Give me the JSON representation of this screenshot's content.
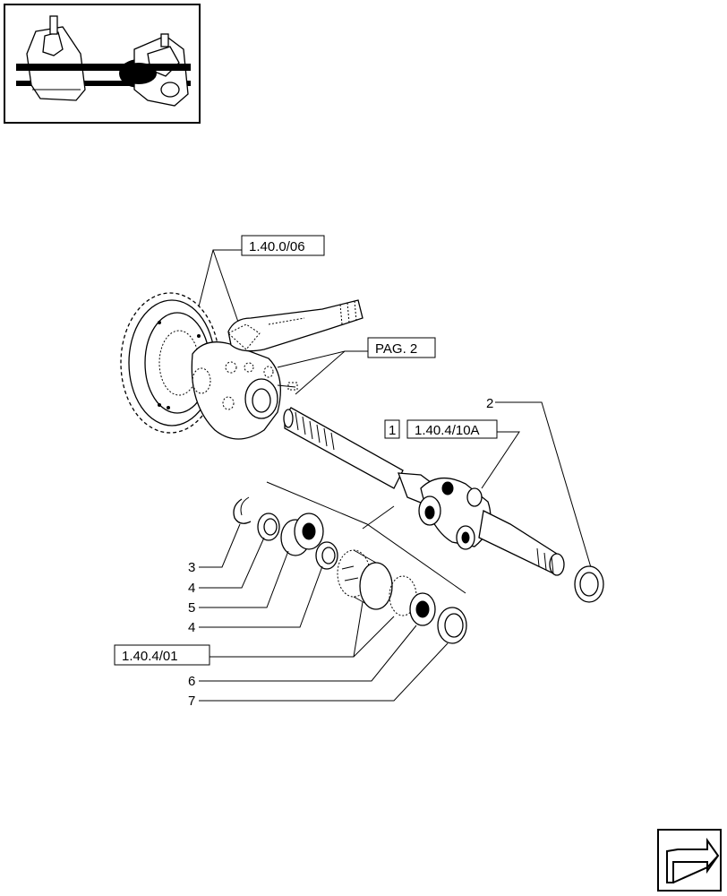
{
  "refs": {
    "top": "1.40.0/06",
    "pag": "PAG. 2",
    "kit_index": "1",
    "kit": "1.40.4/10A",
    "lower": "1.40.4/01"
  },
  "callouts": {
    "c2": "2",
    "c3": "3",
    "c4a": "4",
    "c5": "5",
    "c4b": "4",
    "c6": "6",
    "c7": "7"
  },
  "icons": {
    "thumbnail": "axle-thumbnail-icon",
    "nav": "next-page-arrow-icon"
  }
}
